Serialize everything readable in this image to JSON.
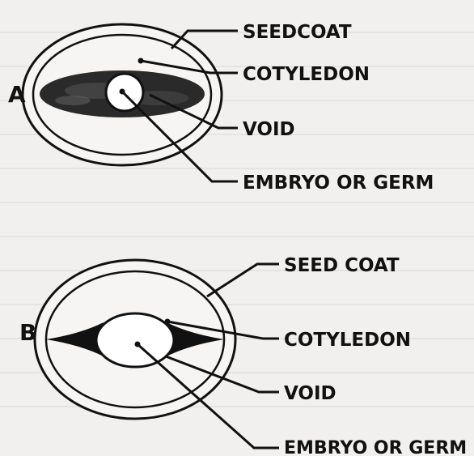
{
  "diagram_a": {
    "letter": "A",
    "labels": {
      "seedcoat": "SEEDCOAT",
      "cotyledon": "COTYLEDON",
      "void": "VOID",
      "embryo": "EMBRYO OR GERM"
    }
  },
  "diagram_b": {
    "letter": "B",
    "labels": {
      "seedcoat": "SEED COAT",
      "cotyledon": "COTYLEDON",
      "void": "VOID",
      "embryo": "EMBRYO OR GERM"
    }
  },
  "colors": {
    "ink": "#111111",
    "paper": "#f1f0ee"
  }
}
